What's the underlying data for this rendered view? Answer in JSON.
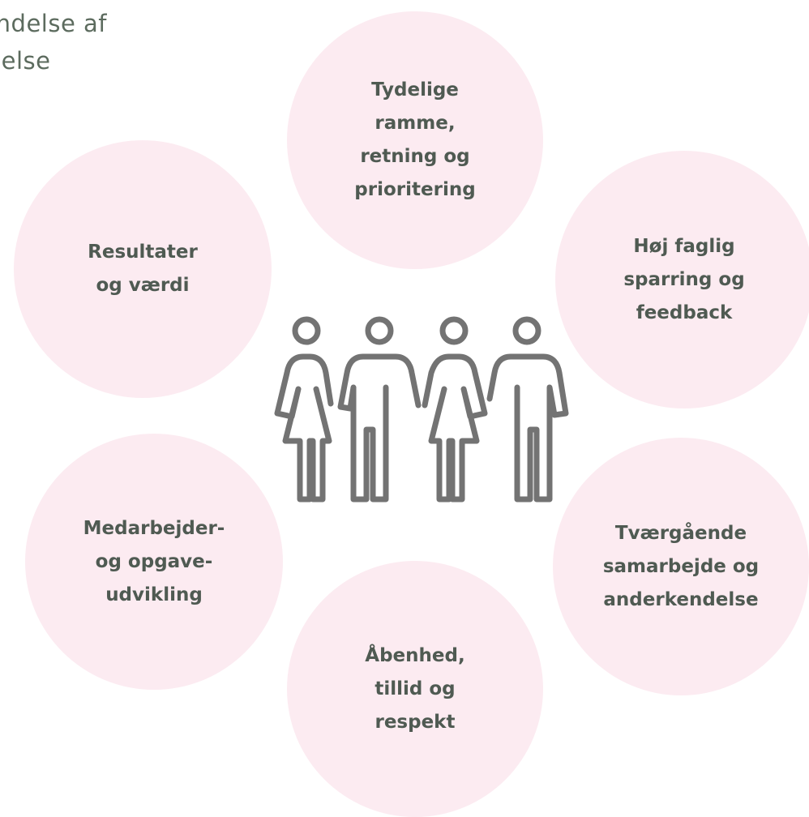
{
  "heading": {
    "lines": [
      "Anerkendelse af",
      "god ledelse"
    ]
  },
  "circles": {
    "tydelige": [
      "Tydelige",
      "ramme,",
      "retning og",
      "prioritering"
    ],
    "resultater": [
      "Resultater",
      "og værdi"
    ],
    "hoj": [
      "Høj faglig",
      "sparring og",
      "feedback"
    ],
    "medarbejder": [
      "Medarbejder-",
      "og opgave-",
      "udvikling"
    ],
    "tvaergaende": [
      "Tværgående",
      "samarbejde og",
      "anderkendelse"
    ],
    "abenhed": [
      "Åbenhed,",
      "tillid og",
      "respekt"
    ]
  },
  "colors": {
    "circle_fill": "#fcebf1",
    "circle_text": "#4f5a52",
    "heading_text": "#5c6b5e",
    "icon_stroke": "#737373"
  },
  "icon": "people-group-icon"
}
